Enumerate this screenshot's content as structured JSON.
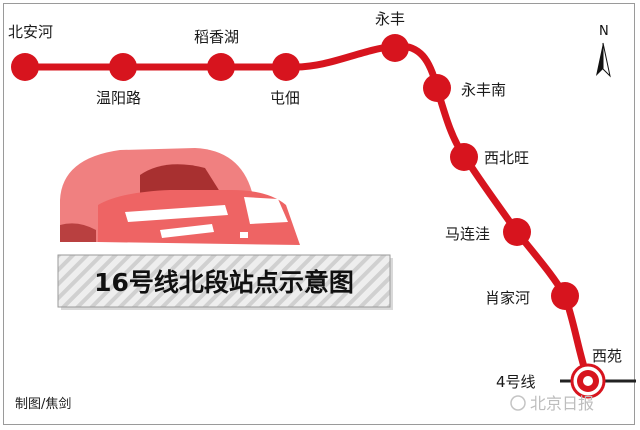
{
  "title": "16号线北段站点示意图",
  "credit": "制图/焦剑",
  "compass": {
    "label": "N"
  },
  "transfer_line": {
    "label": "4号线"
  },
  "watermark": "北京日报",
  "stations": [
    {
      "name": "北安河"
    },
    {
      "name": "温阳路"
    },
    {
      "name": "稻香湖"
    },
    {
      "name": "屯佃"
    },
    {
      "name": "永丰"
    },
    {
      "name": "永丰南"
    },
    {
      "name": "西北旺"
    },
    {
      "name": "马连洼"
    },
    {
      "name": "肖家河"
    },
    {
      "name": "西苑"
    }
  ],
  "colors": {
    "line": "#d7141e",
    "station": "#d7141e",
    "train_body": "#ef6666",
    "train_dark": "#b43434",
    "title_box": "#e9e9e9",
    "transfer_line": "#222222"
  }
}
